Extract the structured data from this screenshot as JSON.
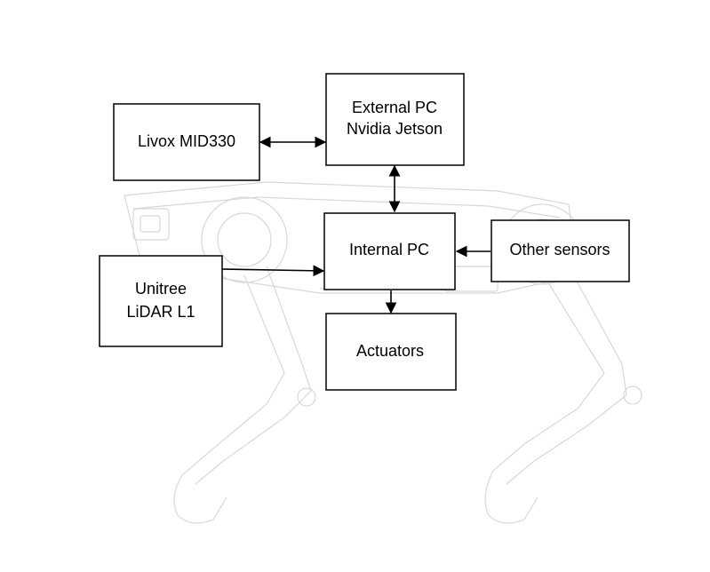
{
  "diagram": {
    "nodes": [
      {
        "id": "livox",
        "lines": [
          "Livox MID330"
        ]
      },
      {
        "id": "external_pc",
        "lines": [
          "External PC",
          "Nvidia Jetson"
        ]
      },
      {
        "id": "internal_pc",
        "lines": [
          "Internal PC"
        ]
      },
      {
        "id": "other_sensors",
        "lines": [
          "Other sensors"
        ]
      },
      {
        "id": "unitree_lidar",
        "lines": [
          "Unitree",
          "LiDAR L1"
        ]
      },
      {
        "id": "actuators",
        "lines": [
          "Actuators"
        ]
      }
    ],
    "edges": [
      {
        "from": "livox",
        "to": "external_pc",
        "direction": "both"
      },
      {
        "from": "external_pc",
        "to": "internal_pc",
        "direction": "both"
      },
      {
        "from": "other_sensors",
        "to": "internal_pc",
        "direction": "forward"
      },
      {
        "from": "unitree_lidar",
        "to": "internal_pc",
        "direction": "forward"
      },
      {
        "from": "internal_pc",
        "to": "actuators",
        "direction": "forward"
      }
    ],
    "background": "robot-dog-watermark",
    "colors": {
      "stroke": "#000000",
      "fill": "#ffffff",
      "watermark": "#d8d8d8"
    }
  }
}
